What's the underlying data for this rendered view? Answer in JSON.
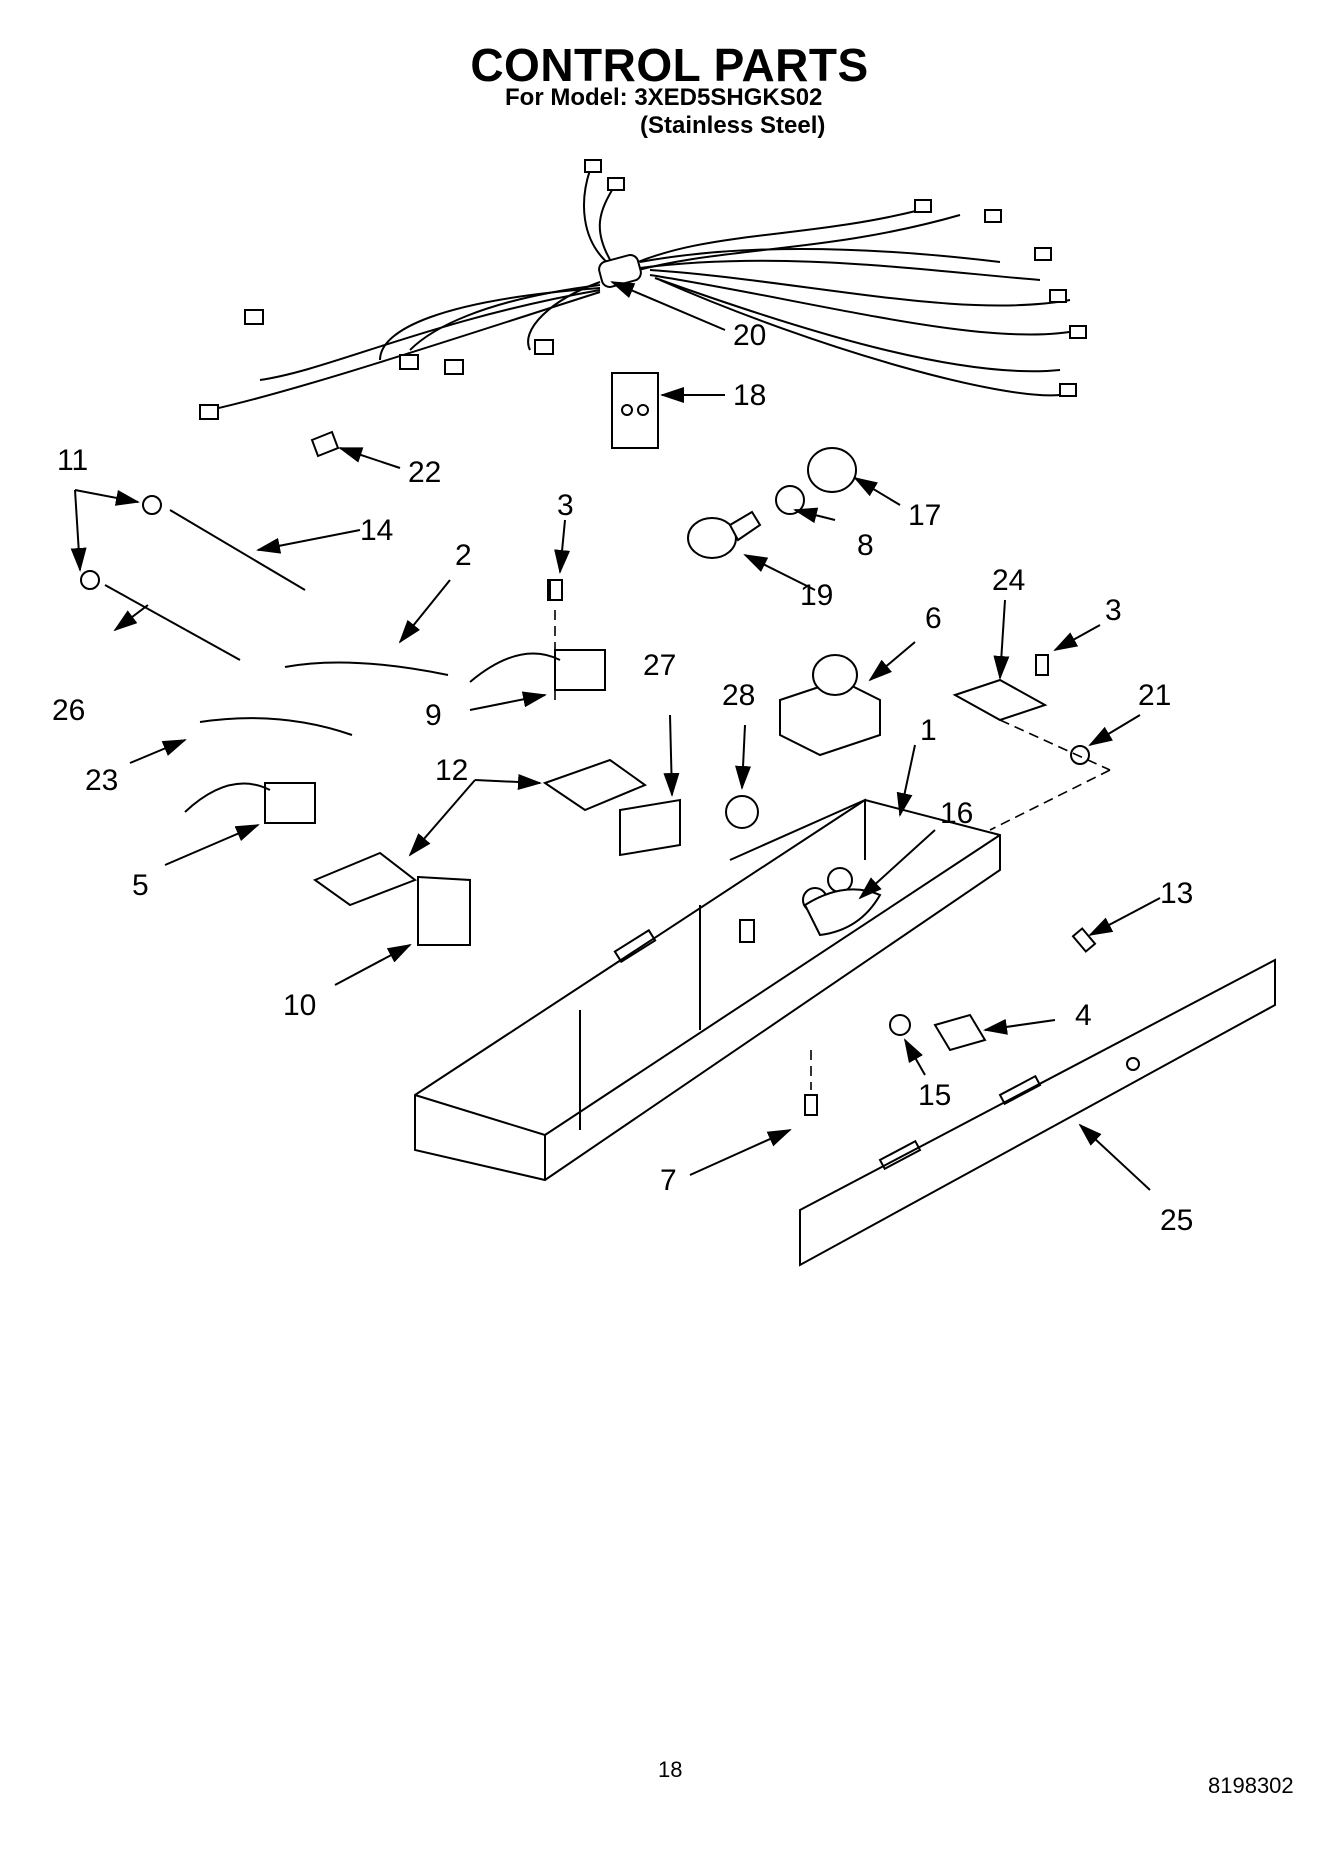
{
  "header": {
    "title": "CONTROL PARTS",
    "model_line": "For Model: 3XED5SHGKS02",
    "finish_line": "(Stainless Steel)"
  },
  "callouts": {
    "c1": "1",
    "c2": "2",
    "c3a": "3",
    "c3b": "3",
    "c4": "4",
    "c5": "5",
    "c6": "6",
    "c7": "7",
    "c8": "8",
    "c9": "9",
    "c10": "10",
    "c11": "11",
    "c12": "12",
    "c13": "13",
    "c14": "14",
    "c15": "15",
    "c16": "16",
    "c17": "17",
    "c18": "18",
    "c19": "19",
    "c20": "20",
    "c21": "21",
    "c22": "22",
    "c23": "23",
    "c24": "24",
    "c25": "25",
    "c26": "26",
    "c27": "27",
    "c28": "28"
  },
  "footer": {
    "page_number": "18",
    "document_number": "8198302"
  }
}
